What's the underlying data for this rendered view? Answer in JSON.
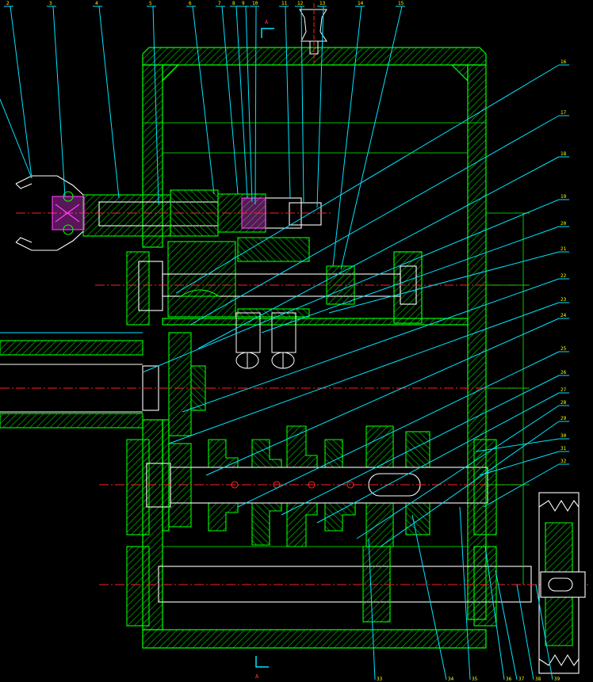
{
  "colors": {
    "background": "#000000",
    "outline": "#00ff00",
    "leader": "#00e5ff",
    "centerline": "#ff2020",
    "label": "#ffff00",
    "highlight": "#ff40ff",
    "detail": "#ffffff"
  },
  "drawing": {
    "section_mark_top": "A",
    "section_mark_bottom": "A",
    "part_labels_top": [
      "2",
      "3",
      "4",
      "5",
      "6",
      "7",
      "8",
      "9",
      "10",
      "11",
      "12",
      "13",
      "14",
      "15"
    ],
    "part_labels_right": [
      "16",
      "17",
      "18",
      "19",
      "20",
      "21",
      "22",
      "23",
      "24",
      "25",
      "26",
      "27",
      "28",
      "29",
      "30",
      "31",
      "32"
    ],
    "part_labels_bottom": [
      "33",
      "34",
      "35",
      "36",
      "37",
      "38",
      "39"
    ]
  }
}
